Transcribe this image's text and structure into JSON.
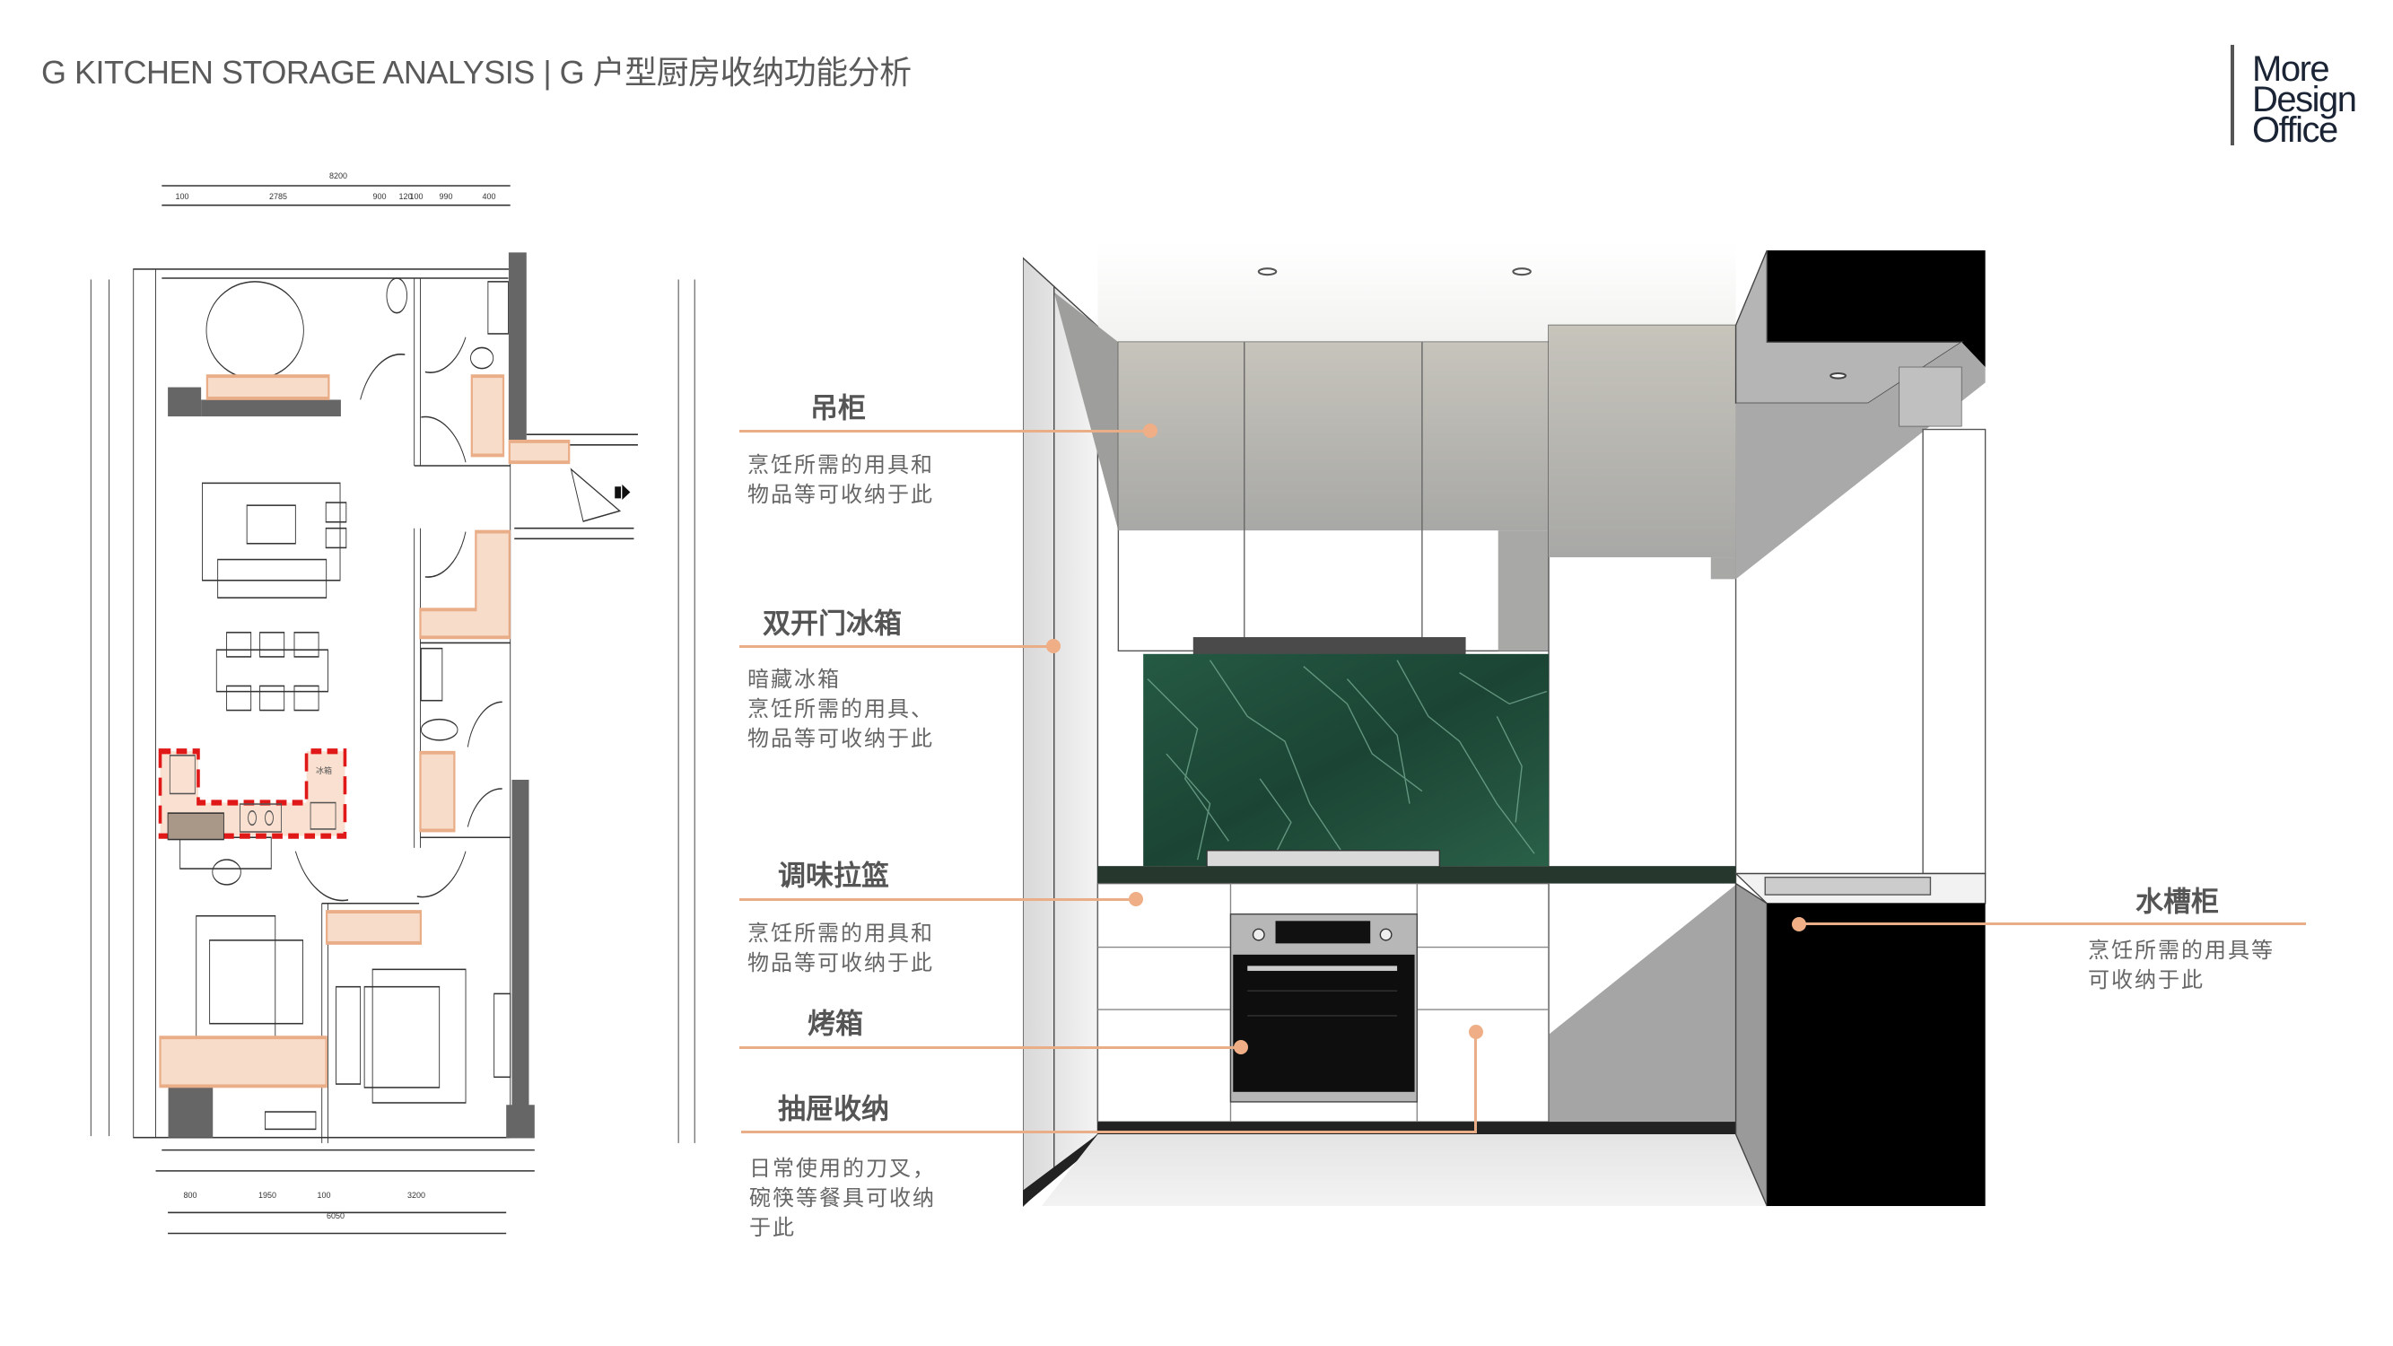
{
  "header": {
    "title": "G KITCHEN STORAGE ANALYSIS | G 户型厨房收纳功能分析"
  },
  "logo": {
    "lines": [
      "More",
      "Design",
      "Office"
    ]
  },
  "floor_plan": {
    "top_dims": {
      "total": "8200",
      "parts": [
        "100",
        "2785",
        "900",
        "120",
        "100",
        "990",
        "400"
      ]
    },
    "bottom_dims": {
      "total": "6050",
      "parts": [
        "800",
        "1950",
        "100",
        "3200"
      ]
    },
    "fridge_label": "冰箱"
  },
  "annotations": {
    "upper_cabinet": {
      "title": "吊柜",
      "desc": [
        "烹饪所需的用具和",
        "物品等可收纳于此"
      ]
    },
    "fridge": {
      "title": "双开门冰箱",
      "desc": [
        "暗藏冰箱",
        "烹饪所需的用具、",
        "物品等可收纳于此"
      ]
    },
    "spice_basket": {
      "title": "调味拉篮",
      "desc": [
        "烹饪所需的用具和",
        "物品等可收纳于此"
      ]
    },
    "oven": {
      "title": "烤箱"
    },
    "drawer": {
      "title": "抽屉收纳",
      "desc": [
        "日常使用的刀叉，",
        "碗筷等餐具可收纳",
        "于此"
      ]
    },
    "sink_cabinet": {
      "title": "水槽柜",
      "desc": [
        "烹饪所需的用具等",
        "可收纳于此"
      ]
    }
  },
  "colors": {
    "accent": "#e9ad88",
    "text": "#555555",
    "marble": "#1f4a38"
  }
}
